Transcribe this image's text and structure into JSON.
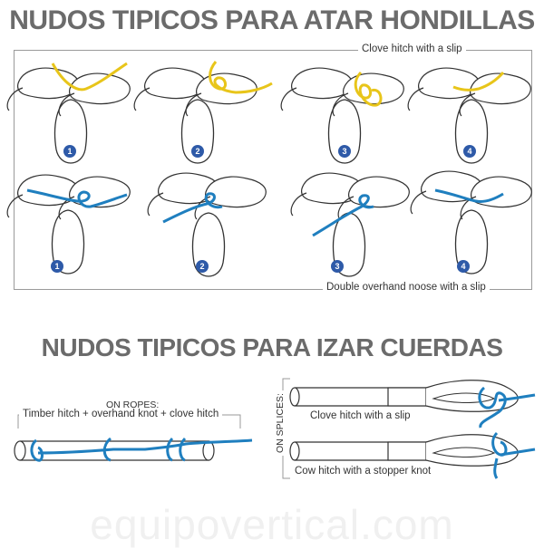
{
  "titles": {
    "top": "NUDOS TIPICOS PARA ATAR HONDILLAS",
    "bottom": "NUDOS TIPICOS PARA IZAR CUERDAS"
  },
  "labels": {
    "clove_slip_top": "Clove hitch with a slip",
    "double_overhand": "Double overhand noose with a slip",
    "on_ropes": "ON ROPES:",
    "timber_hitch": "Timber hitch + overhand knot + clove hitch",
    "on_splices": "ON SPLICES:",
    "clove_slip_bottom": "Clove hitch with a slip",
    "cow_hitch": "Cow hitch with a stopper knot"
  },
  "steps_row1": [
    "1",
    "2",
    "3",
    "4"
  ],
  "steps_row2": [
    "1",
    "2",
    "3",
    "4"
  ],
  "watermark": "equipovertical.com",
  "colors": {
    "yellow_rope": "#e8c51a",
    "blue_rope": "#1f7fbf",
    "badge": "#2e5aa8",
    "title": "#6b6b6b"
  }
}
